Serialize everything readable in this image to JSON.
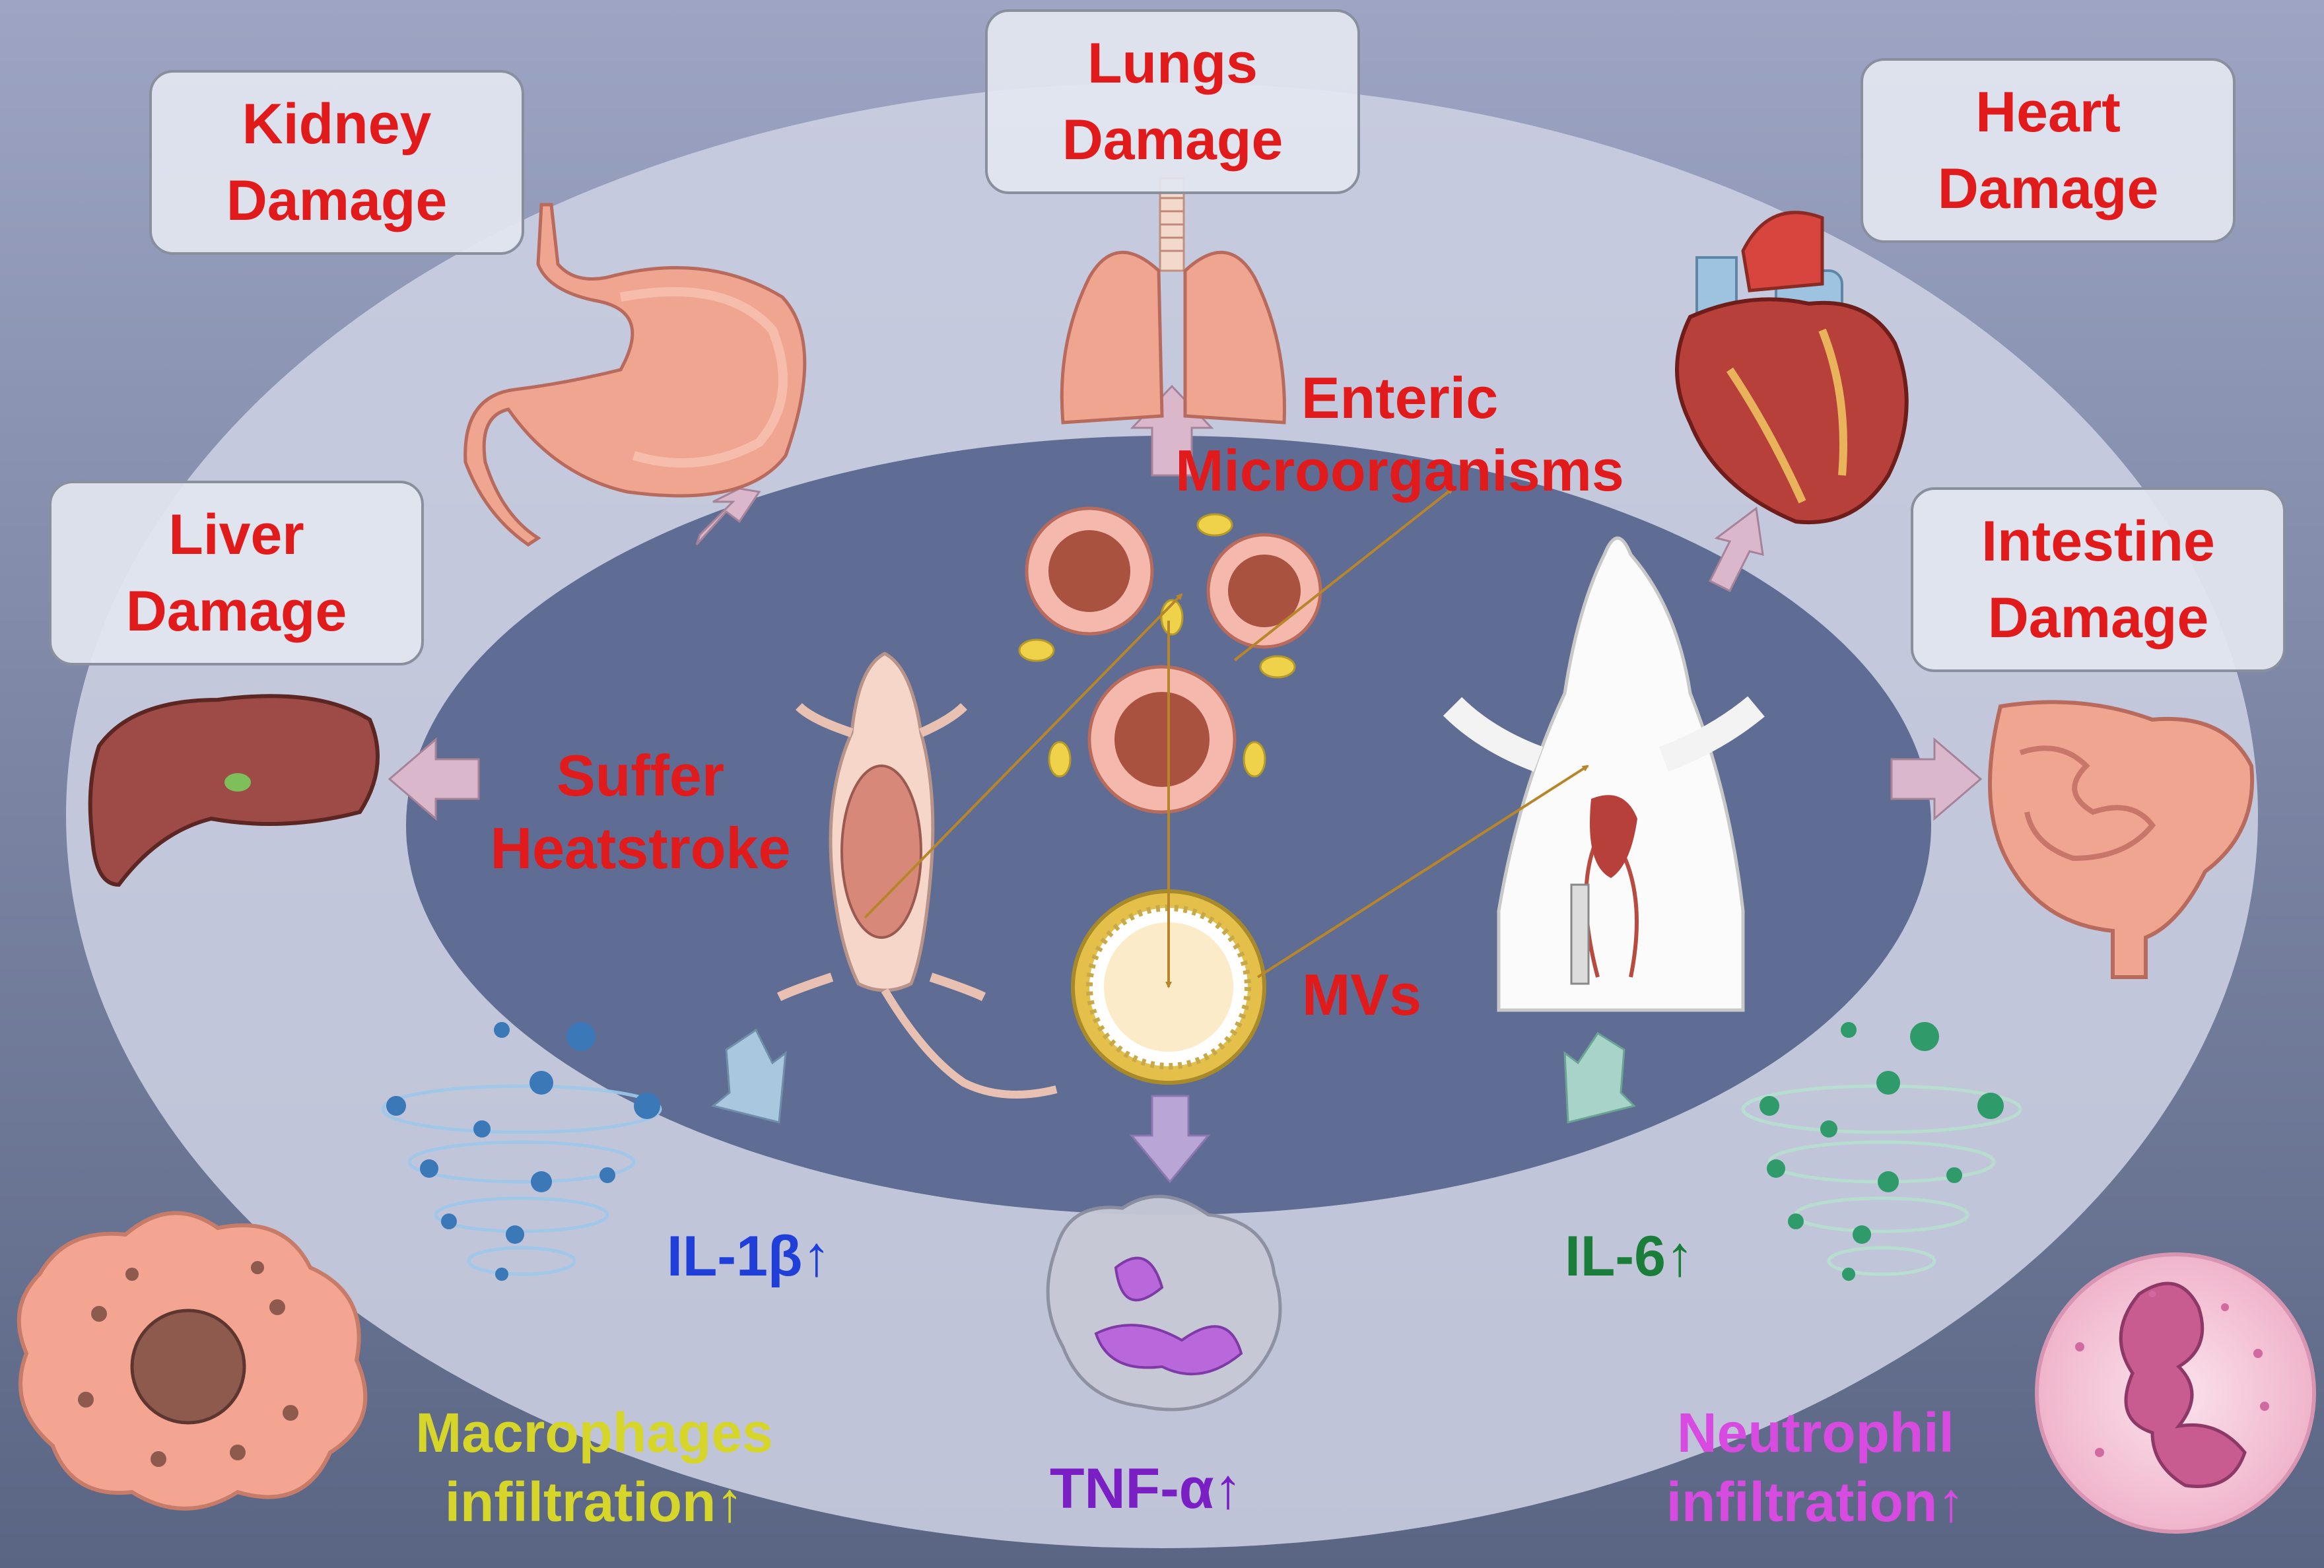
{
  "boxes": {
    "kidney": "Kidney\nDamage",
    "lungs": "Lungs\nDamage",
    "heart": "Heart\nDamage",
    "liver": "Liver\nDamage",
    "intestine": "Intestine\nDamage"
  },
  "labels": {
    "enteric": "Enteric\nMicroorganisms",
    "heatstroke": "Suffer\nHeatstroke",
    "mvs": "MVs",
    "il1b": "IL-1β↑",
    "il6": "IL-6↑",
    "tnf": "TNF-α↑",
    "macrophages": "Macrophages\ninfiltration↑",
    "neutrophil": "Neutrophil\ninfiltration↑"
  },
  "colors": {
    "damage_text": "#e11b1b",
    "il1b": "#1f3fd8",
    "il6": "#1a7d3a",
    "tnf": "#7a1fc4",
    "macrophages": "#d6d62a",
    "neutrophil": "#d84be0",
    "arrow_fill": "#d9b3c8",
    "link_arrow": "#b8862a"
  },
  "icons": [
    "stomach-icon",
    "lungs-icon",
    "heart-icon",
    "liver-icon",
    "intestine-icon",
    "rat-dissected-icon",
    "rat-injection-icon",
    "intestinal-crypts-icon",
    "microvesicle-icon",
    "macrophage-cell-icon",
    "neutrophil-cell-icon",
    "tnf-protein-icon",
    "cytokine-swirl-icon"
  ]
}
